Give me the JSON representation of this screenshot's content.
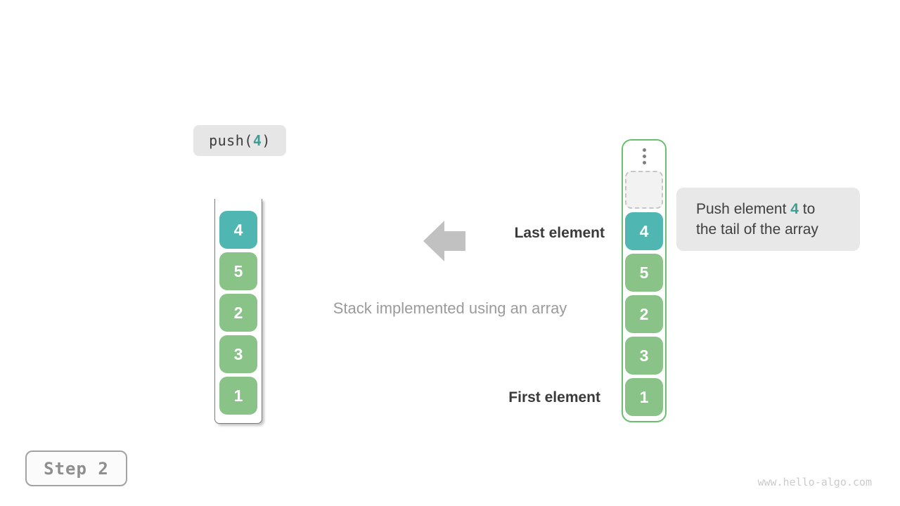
{
  "colors": {
    "teal_cell": "#4fb6b2",
    "green_cell": "#8ac388",
    "array_border_green": "#6abf6e",
    "badge_gray": "#e6e6e6",
    "arrow_gray": "#c1c1c1",
    "highlight_text_teal": "#3e9e94"
  },
  "push_call": {
    "prefix": "push(",
    "arg": "4",
    "suffix": ")"
  },
  "left_stack": {
    "cells": [
      {
        "value": "4",
        "highlight": true
      },
      {
        "value": "5",
        "highlight": false
      },
      {
        "value": "2",
        "highlight": false
      },
      {
        "value": "3",
        "highlight": false
      },
      {
        "value": "1",
        "highlight": false
      }
    ]
  },
  "right_array": {
    "has_ellipsis": true,
    "has_empty_slot": true,
    "cells": [
      {
        "value": "4",
        "highlight": true
      },
      {
        "value": "5",
        "highlight": false
      },
      {
        "value": "2",
        "highlight": false
      },
      {
        "value": "3",
        "highlight": false
      },
      {
        "value": "1",
        "highlight": false
      }
    ]
  },
  "labels": {
    "last_element": "Last element",
    "first_element": "First element",
    "caption": "Stack implemented using an array"
  },
  "callout": {
    "line1_pre": "Push element ",
    "highlight": "4",
    "line1_post": " to",
    "line2": "the tail of the array"
  },
  "step_badge": {
    "label": "Step 2"
  },
  "watermark": {
    "text": "www.hello-algo.com"
  }
}
